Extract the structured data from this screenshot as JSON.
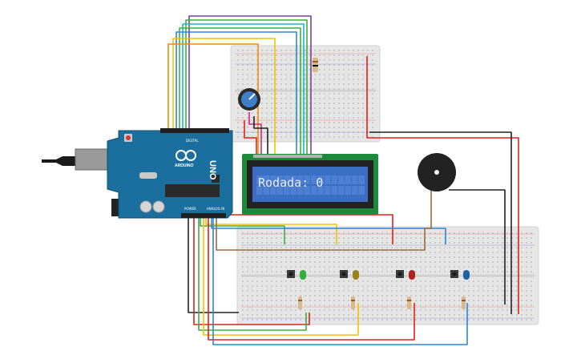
{
  "lcd": {
    "text": "Rodada: 0",
    "backlight_color": "#3a6fc4",
    "pcb_color": "#1c8a3a"
  },
  "arduino": {
    "board_color": "#1a6f9e",
    "logo_text": "ARDUINO",
    "model_text": "UNO",
    "header_labels": {
      "digital": "DIGITAL",
      "power": "POWER",
      "analog": "ANALOG IN"
    }
  },
  "components": {
    "buttons": [
      {
        "led_color": "#2fae3a"
      },
      {
        "led_color": "#9a8418"
      },
      {
        "led_color": "#b0211c"
      },
      {
        "led_color": "#1a63a6"
      }
    ],
    "buzzer_color": "#222222",
    "potentiometer_color": "#3d7fc9"
  },
  "wires": {
    "colors": {
      "red": "#e0201c",
      "black": "#222222",
      "yellow": "#f2c200",
      "orange": "#f28c00",
      "green": "#3cb043",
      "blue": "#2f86d6",
      "purple": "#7b3fa0",
      "brown": "#9b6a3c",
      "cyan": "#19b6c8",
      "magenta": "#cc2a8a"
    }
  }
}
